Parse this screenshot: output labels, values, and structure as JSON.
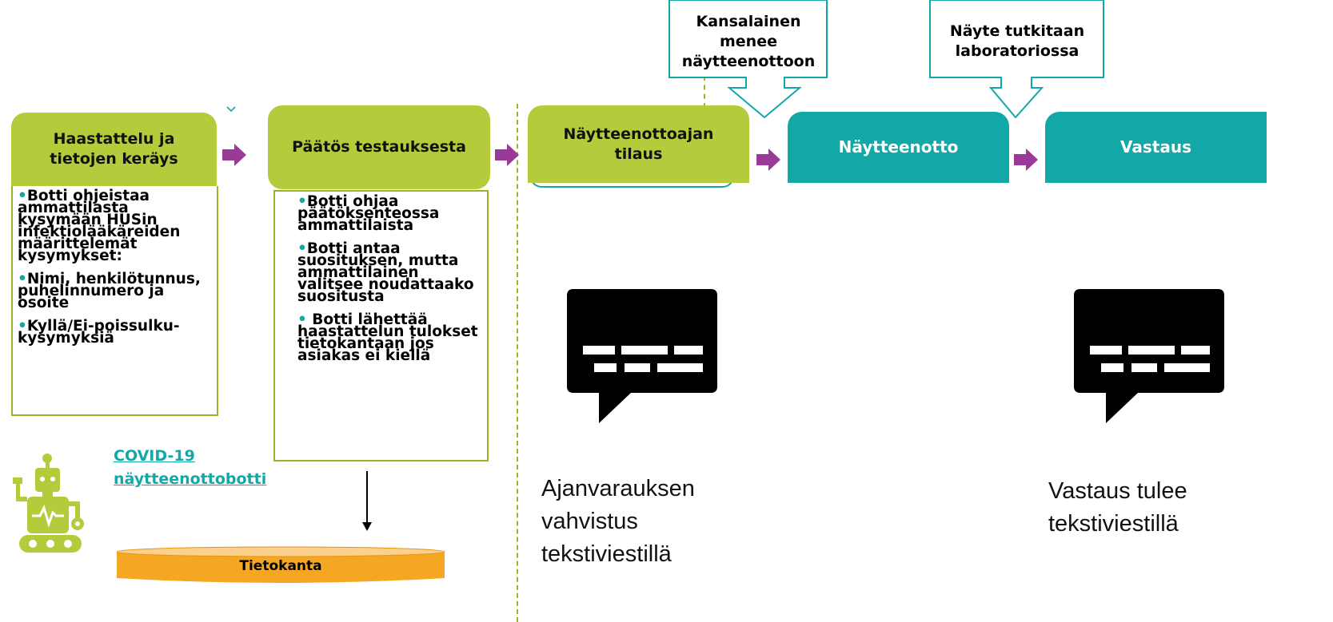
{
  "steps": [
    {
      "label": "Haastattelu ja tietojen keräys"
    },
    {
      "label": "Päätös testauksesta"
    },
    {
      "label": "Näytteenottoajan tilaus"
    },
    {
      "label": "Näytteenotto"
    },
    {
      "label": "Vastaus"
    }
  ],
  "callouts": [
    {
      "label": "Kansalainen menee näytteenottoon"
    },
    {
      "label": "Näyte tutkitaan laboratoriossa"
    }
  ],
  "notes1": {
    "items": [
      "Botti ohjeistaa ammattilasta kysymään HUSin infektiolääkäreiden määrittelemät kysymykset:",
      "Nimi, henkilötunnus, puhelinnumero ja osoite",
      "Kyllä/Ei-poissulku-kysymyksiä"
    ]
  },
  "notes2": {
    "items": [
      "Botti ohjaa päätöksenteossa ammattilaista",
      "Botti antaa suosituksen, mutta ammattilainen valitsee noudattaako suositusta",
      " Botti lähettää haastattelun tulokset tietokantaan jos asiakas ei kiellä"
    ]
  },
  "bot_link": {
    "line1": "COVID-19",
    "line2": "näytteenottobotti"
  },
  "database": {
    "label": "Tietokanta"
  },
  "sms": [
    {
      "text": "Ajanvarauksen vahvistus tekstiviestillä"
    },
    {
      "text": "Vastaus tulee tekstiviestillä"
    }
  ],
  "colors": {
    "green": "#b5cb3b",
    "teal": "#13a8a8",
    "arrow": "#9a3a98",
    "database": "#f5a623",
    "link": "#13a8a8"
  }
}
